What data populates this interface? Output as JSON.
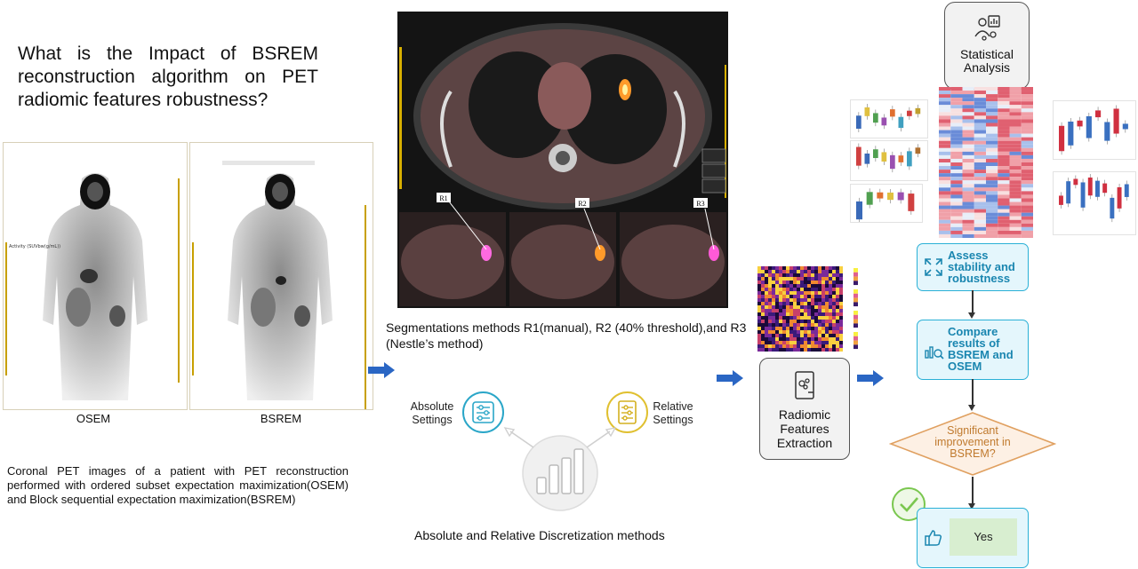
{
  "question": "What is the Impact of BSREM reconstruction algorithm on PET radiomic features robustness?",
  "pet": {
    "osem_label": "OSEM",
    "bsrem_label": "BSREM",
    "caption": "Coronal PET images of a patient with PET reconstruction performed with ordered subset expectation maximization(OSEM) and Block sequential expectation maximization(BSREM)"
  },
  "segmentation": {
    "r1": "R1",
    "r2": "R2",
    "r3": "R3",
    "caption": "Segmentations methods R1(manual), R2 (40% threshold),and R3 (Nestle’s method)"
  },
  "discretization": {
    "absolute_label": "Absolute Settings",
    "relative_label": "Relative Settings",
    "caption": "Absolute and Relative Discretization methods"
  },
  "radiomic": {
    "label": "Radiomic Features Extraction"
  },
  "statistical": {
    "label": "Statistical Analysis"
  },
  "flow": {
    "assess": "Assess stability and robustness",
    "compare": "Compare results of BSREM and OSEM",
    "decision": "Significant improvement in BSREM?",
    "yes": "Yes"
  },
  "colors": {
    "arrow_blue": "#2a66c4",
    "flow_border": "#2ab0d6",
    "flow_fill": "#e4f6fc",
    "flow_text": "#1a86b0",
    "decision_border": "#e0a060",
    "decision_fill": "#fdf0e4",
    "decision_text": "#c07a2e",
    "check_green": "#7ac74f"
  }
}
